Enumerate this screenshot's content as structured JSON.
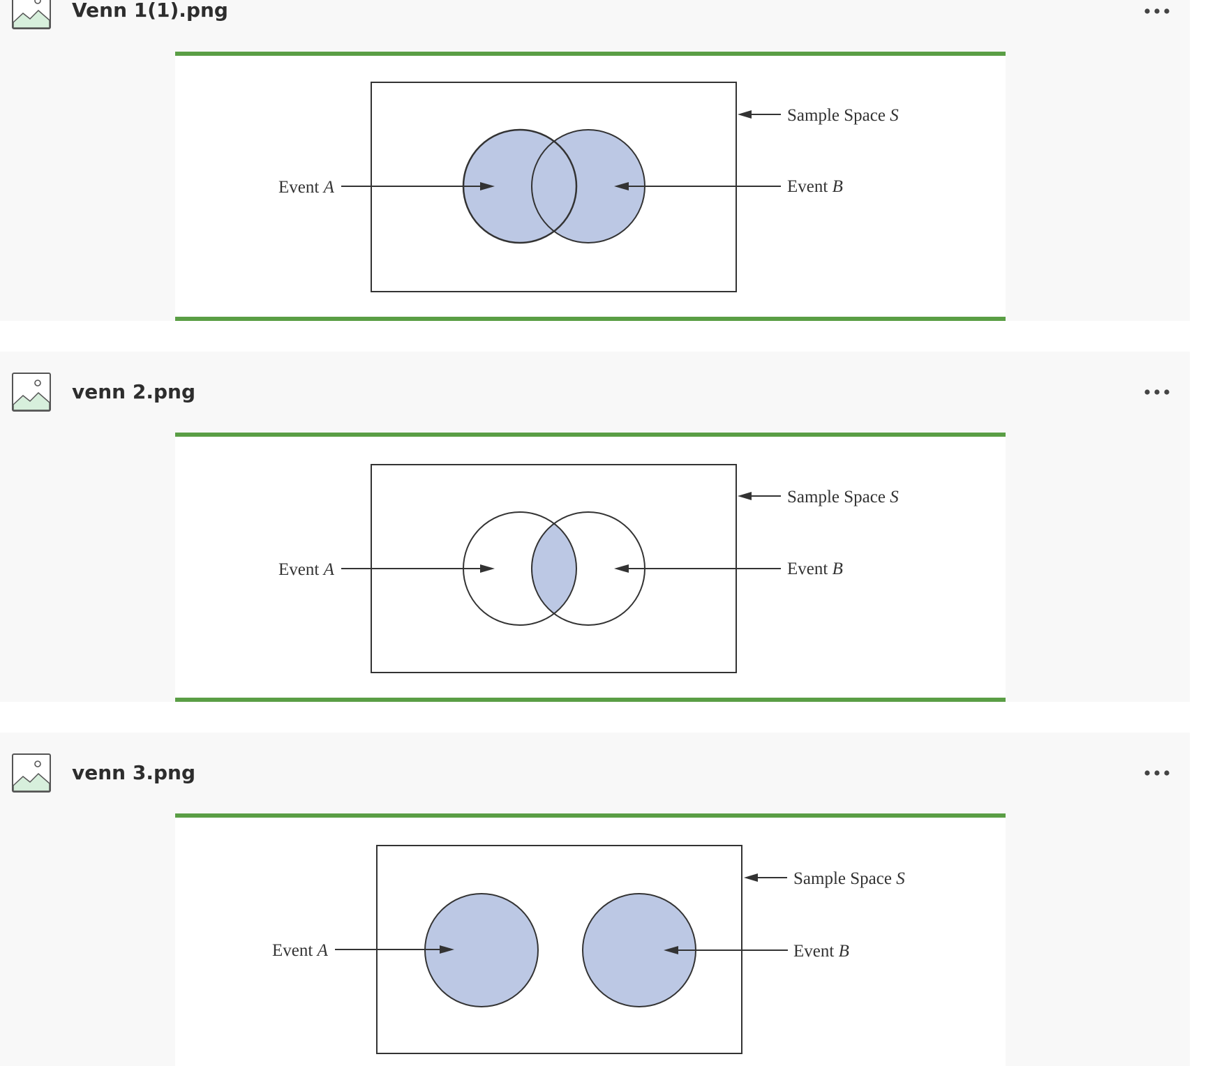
{
  "colors": {
    "card_background": "#f8f8f8",
    "preview_border": "#5a9e45",
    "venn_fill": "#bcc8e4",
    "stroke": "#333333"
  },
  "files": [
    {
      "name": "Venn 1(1).png",
      "icon": "image-file-icon",
      "menu_icon": "more-horizontal-icon",
      "diagram": {
        "sample_space_label": "Sample Space",
        "sample_space_symbol": "S",
        "event_a_label": "Event",
        "event_a_symbol": "A",
        "event_b_label": "Event",
        "event_b_symbol": "B",
        "shaded_region": "union of A and B"
      }
    },
    {
      "name": "venn 2.png",
      "icon": "image-file-icon",
      "menu_icon": "more-horizontal-icon",
      "diagram": {
        "sample_space_label": "Sample Space",
        "sample_space_symbol": "S",
        "event_a_label": "Event",
        "event_a_symbol": "A",
        "event_b_label": "Event",
        "event_b_symbol": "B",
        "shaded_region": "intersection of A and B"
      }
    },
    {
      "name": "venn 3.png",
      "icon": "image-file-icon",
      "menu_icon": "more-horizontal-icon",
      "diagram": {
        "sample_space_label": "Sample Space",
        "sample_space_symbol": "S",
        "event_a_label": "Event",
        "event_a_symbol": "A",
        "event_b_label": "Event",
        "event_b_symbol": "B",
        "shaded_region": "A and B, disjoint"
      }
    }
  ]
}
